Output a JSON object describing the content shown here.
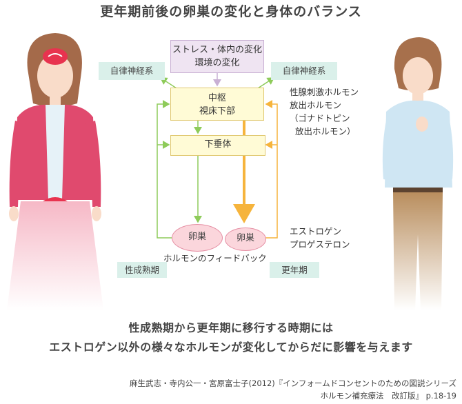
{
  "title": "更年期前後の卵巣の変化と身体のバランス",
  "diagram": {
    "stress_line1": "ストレス・体内の変化",
    "stress_line2": "環境の変化",
    "autonomic_left": "自律神経系",
    "autonomic_right": "自律神経系",
    "center_line1": "中枢",
    "center_line2": "視床下部",
    "pituitary": "下垂体",
    "ovary1": "卵巣",
    "ovary2": "卵巣",
    "feedback": "ホルモンのフィードバック",
    "hormones_right_1": "性腺刺激ホルモン",
    "hormones_right_2": "放出ホルモン",
    "hormones_right_3": "（ゴナドトピン",
    "hormones_right_4": "放出ホルモン）",
    "ovary_hormones_1": "エストロゲン",
    "ovary_hormones_2": "プロゲステロン",
    "stage_left": "性成熟期",
    "stage_right": "更年期"
  },
  "caption_line1": "性成熟期から更年期に移行する時期には",
  "caption_line2": "エストロゲン以外の様々なホルモンが変化してからだに影響を与えます",
  "citation_line1": "麻生武志・寺内公一・宮原富士子(2012)『インフォームドコンセントのための図説シリーズ",
  "citation_line2": "ホルモン補充療法　改訂版』 p.18-19",
  "colors": {
    "arrow_green": "#8ecb5a",
    "arrow_orange": "#f6b43c",
    "arrow_purple": "#c9b0d4",
    "box_yellow": "#fffbd6",
    "tag_mint": "#daf0ea",
    "ovary_pink": "#fbd6dc"
  }
}
